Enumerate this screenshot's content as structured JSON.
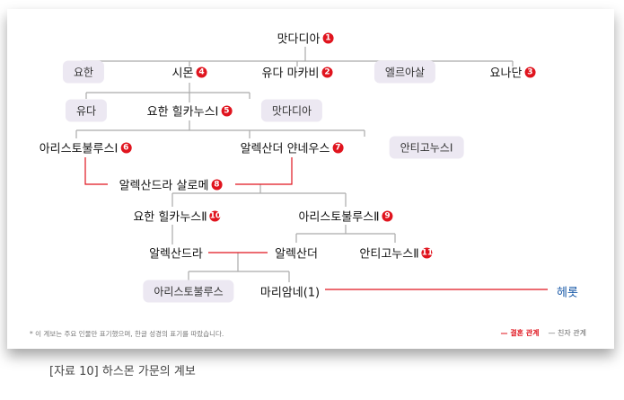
{
  "nodes": {
    "mattathias": {
      "name": "맛다디아",
      "num": "1"
    },
    "john": {
      "name": "요한"
    },
    "simon": {
      "name": "시몬",
      "num": "4"
    },
    "judas": {
      "name": "유다 마카비",
      "num": "2"
    },
    "eleazar": {
      "name": "엘르아살"
    },
    "jonathan": {
      "name": "요나단",
      "num": "3"
    },
    "judas2": {
      "name": "유다"
    },
    "hyrcanus1": {
      "name": "요한 힐카누스Ⅰ",
      "num": "5"
    },
    "mattathias2": {
      "name": "맛다디아"
    },
    "aristobulus1": {
      "name": "아리스토불루스Ⅰ",
      "num": "6"
    },
    "jannaeus": {
      "name": "알렉산더 얀네우스",
      "num": "7"
    },
    "antigonus1": {
      "name": "안티고누스Ⅰ"
    },
    "salome": {
      "name": "알렉산드라 살로메",
      "num": "8"
    },
    "hyrcanus2": {
      "name": "요한 힐카누스Ⅱ",
      "num": "10"
    },
    "aristobulus2": {
      "name": "아리스토불루스Ⅱ",
      "num": "9"
    },
    "alexandra": {
      "name": "알렉산드라"
    },
    "alexander": {
      "name": "알렉산더"
    },
    "antigonus2": {
      "name": "안티고누스Ⅱ",
      "num": "11"
    },
    "aristobulus3": {
      "name": "아리스토불루스"
    },
    "mariamne": {
      "name": "마리암네(1)"
    },
    "herod": {
      "name": "헤롯"
    }
  },
  "note": "* 이 계보는 주요 인물만 표기했으며, 한글 성경의 표기를 따랐습니다.",
  "legend": {
    "marriage": "— 결혼 관계",
    "kin": "— 친자 관계"
  },
  "caption": "[자료 10]  하스몬 가문의 계보",
  "colors": {
    "marriage": "#e0141e",
    "kin": "#999999",
    "herod": "#1a5aa8"
  }
}
